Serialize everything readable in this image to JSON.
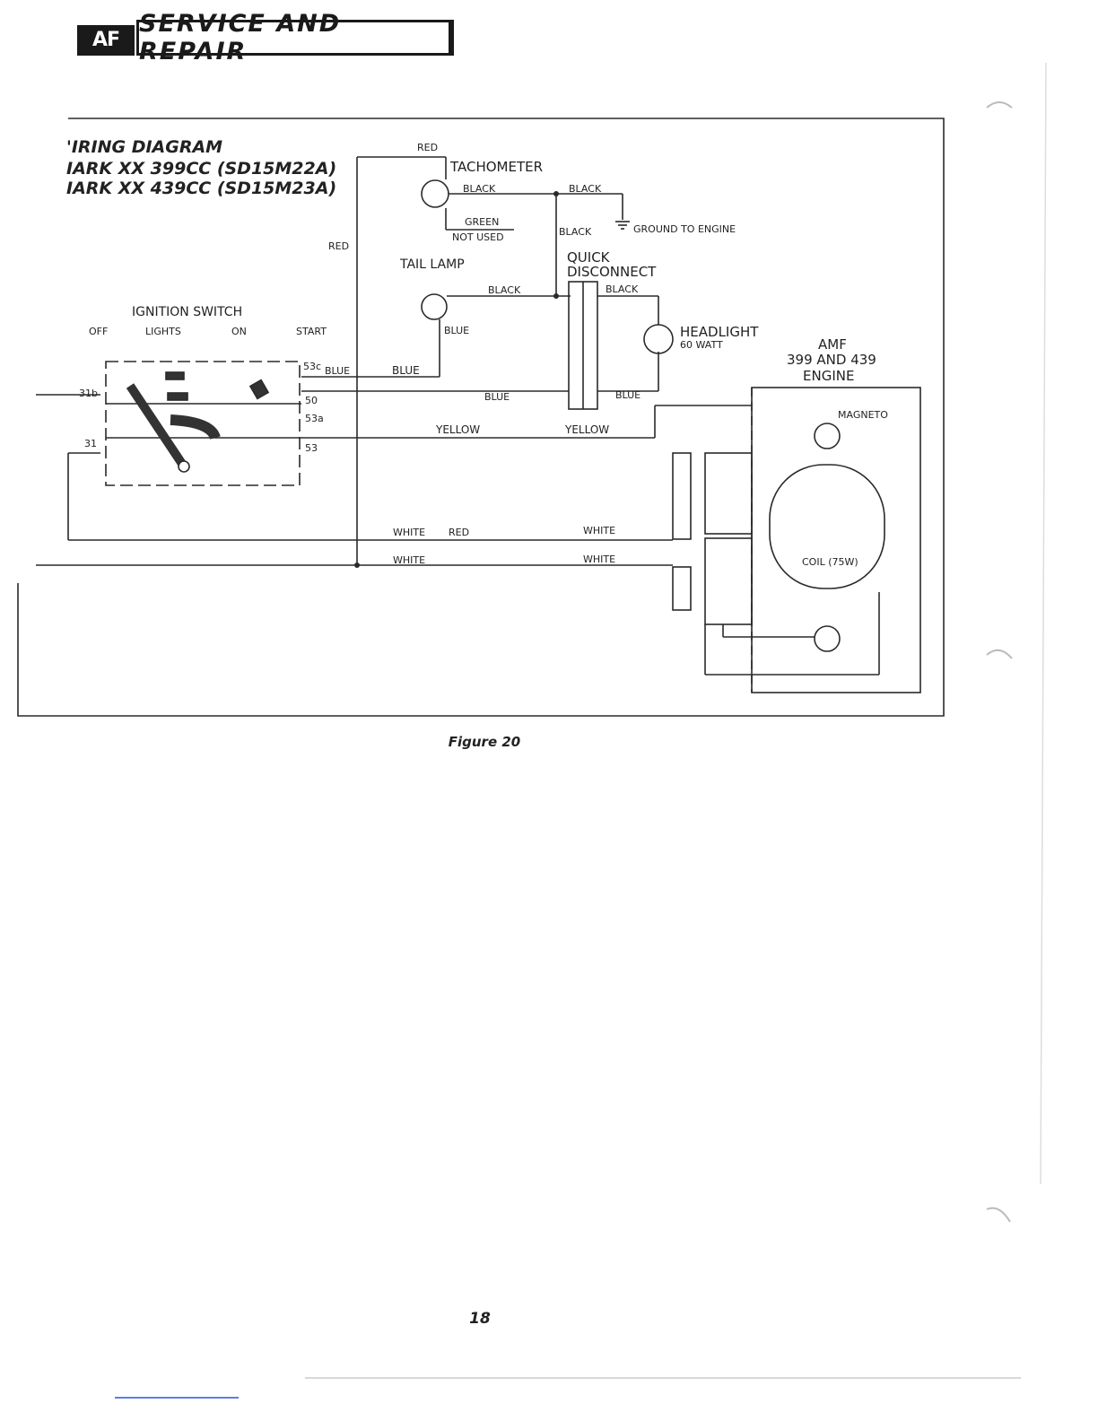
{
  "header": {
    "logo": "AF",
    "title": "SERVICE AND REPAIR"
  },
  "diagram": {
    "title_lines": [
      "'IRING DIAGRAM",
      "IARK XX 399CC (SD15M22A)",
      "IARK XX 439CC (SD15M23A)"
    ],
    "components": {
      "tachometer": "TACHOMETER",
      "tail_lamp": "TAIL LAMP",
      "quick_disconnect_1": "QUICK",
      "quick_disconnect_2": "DISCONNECT",
      "headlight": "HEADLIGHT",
      "headlight_watt": "60 WATT",
      "ignition_switch": "IGNITION SWITCH",
      "ground_to_engine": "GROUND TO ENGINE",
      "engine_1": "AMF",
      "engine_2": "399 AND 439",
      "engine_3": "ENGINE",
      "magneto": "MAGNETO",
      "coil": "COIL (75W)",
      "not_used": "NOT USED"
    },
    "switch_positions": [
      "OFF",
      "LIGHTS",
      "ON",
      "START"
    ],
    "terminals": [
      "31b",
      "31",
      "53c",
      "50",
      "53a",
      "53"
    ],
    "wire_colors": {
      "red": "RED",
      "black": "BLACK",
      "green": "GREEN",
      "blue": "BLUE",
      "yellow": "YELLOW",
      "white_red_a": "WHITE",
      "white_red_b": "RED",
      "white": "WHITE"
    }
  },
  "caption": "Figure 20",
  "page_number": "18"
}
